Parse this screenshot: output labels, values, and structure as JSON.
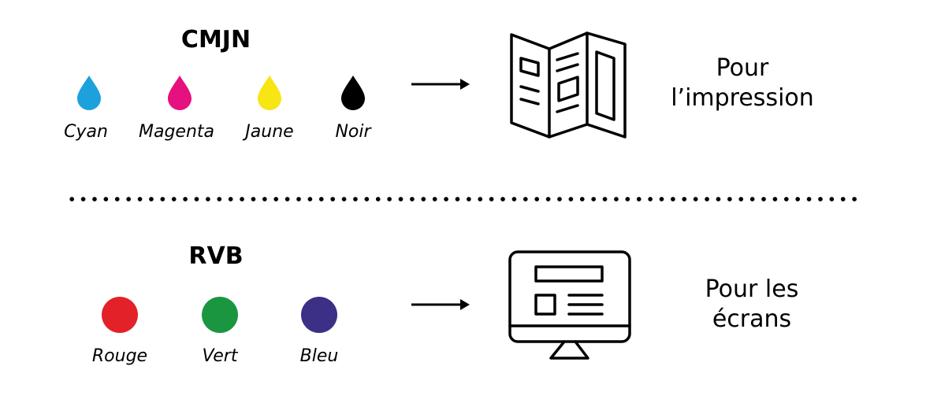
{
  "cmjn": {
    "title": "CMJN",
    "inks": [
      {
        "label": "Cyan",
        "color": "#1da1dc",
        "icon": "ink-drop-icon"
      },
      {
        "label": "Magenta",
        "color": "#e5117f",
        "icon": "ink-drop-icon"
      },
      {
        "label": "Jaune",
        "color": "#f7e514",
        "icon": "ink-drop-icon"
      },
      {
        "label": "Noir",
        "color": "#000000",
        "icon": "ink-drop-icon"
      }
    ],
    "arrow_icon": "arrow-right-icon",
    "target_icon": "folded-brochure-icon",
    "purpose_line1": "Pour",
    "purpose_line2": "l’impression"
  },
  "rvb": {
    "title": "RVB",
    "lights": [
      {
        "label": "Rouge",
        "color": "#e32129"
      },
      {
        "label": "Vert",
        "color": "#1a9641"
      },
      {
        "label": "Bleu",
        "color": "#3b2f86"
      }
    ],
    "arrow_icon": "arrow-right-icon",
    "target_icon": "computer-monitor-icon",
    "purpose_line1": "Pour les",
    "purpose_line2": "écrans"
  },
  "divider_style": "dotted"
}
